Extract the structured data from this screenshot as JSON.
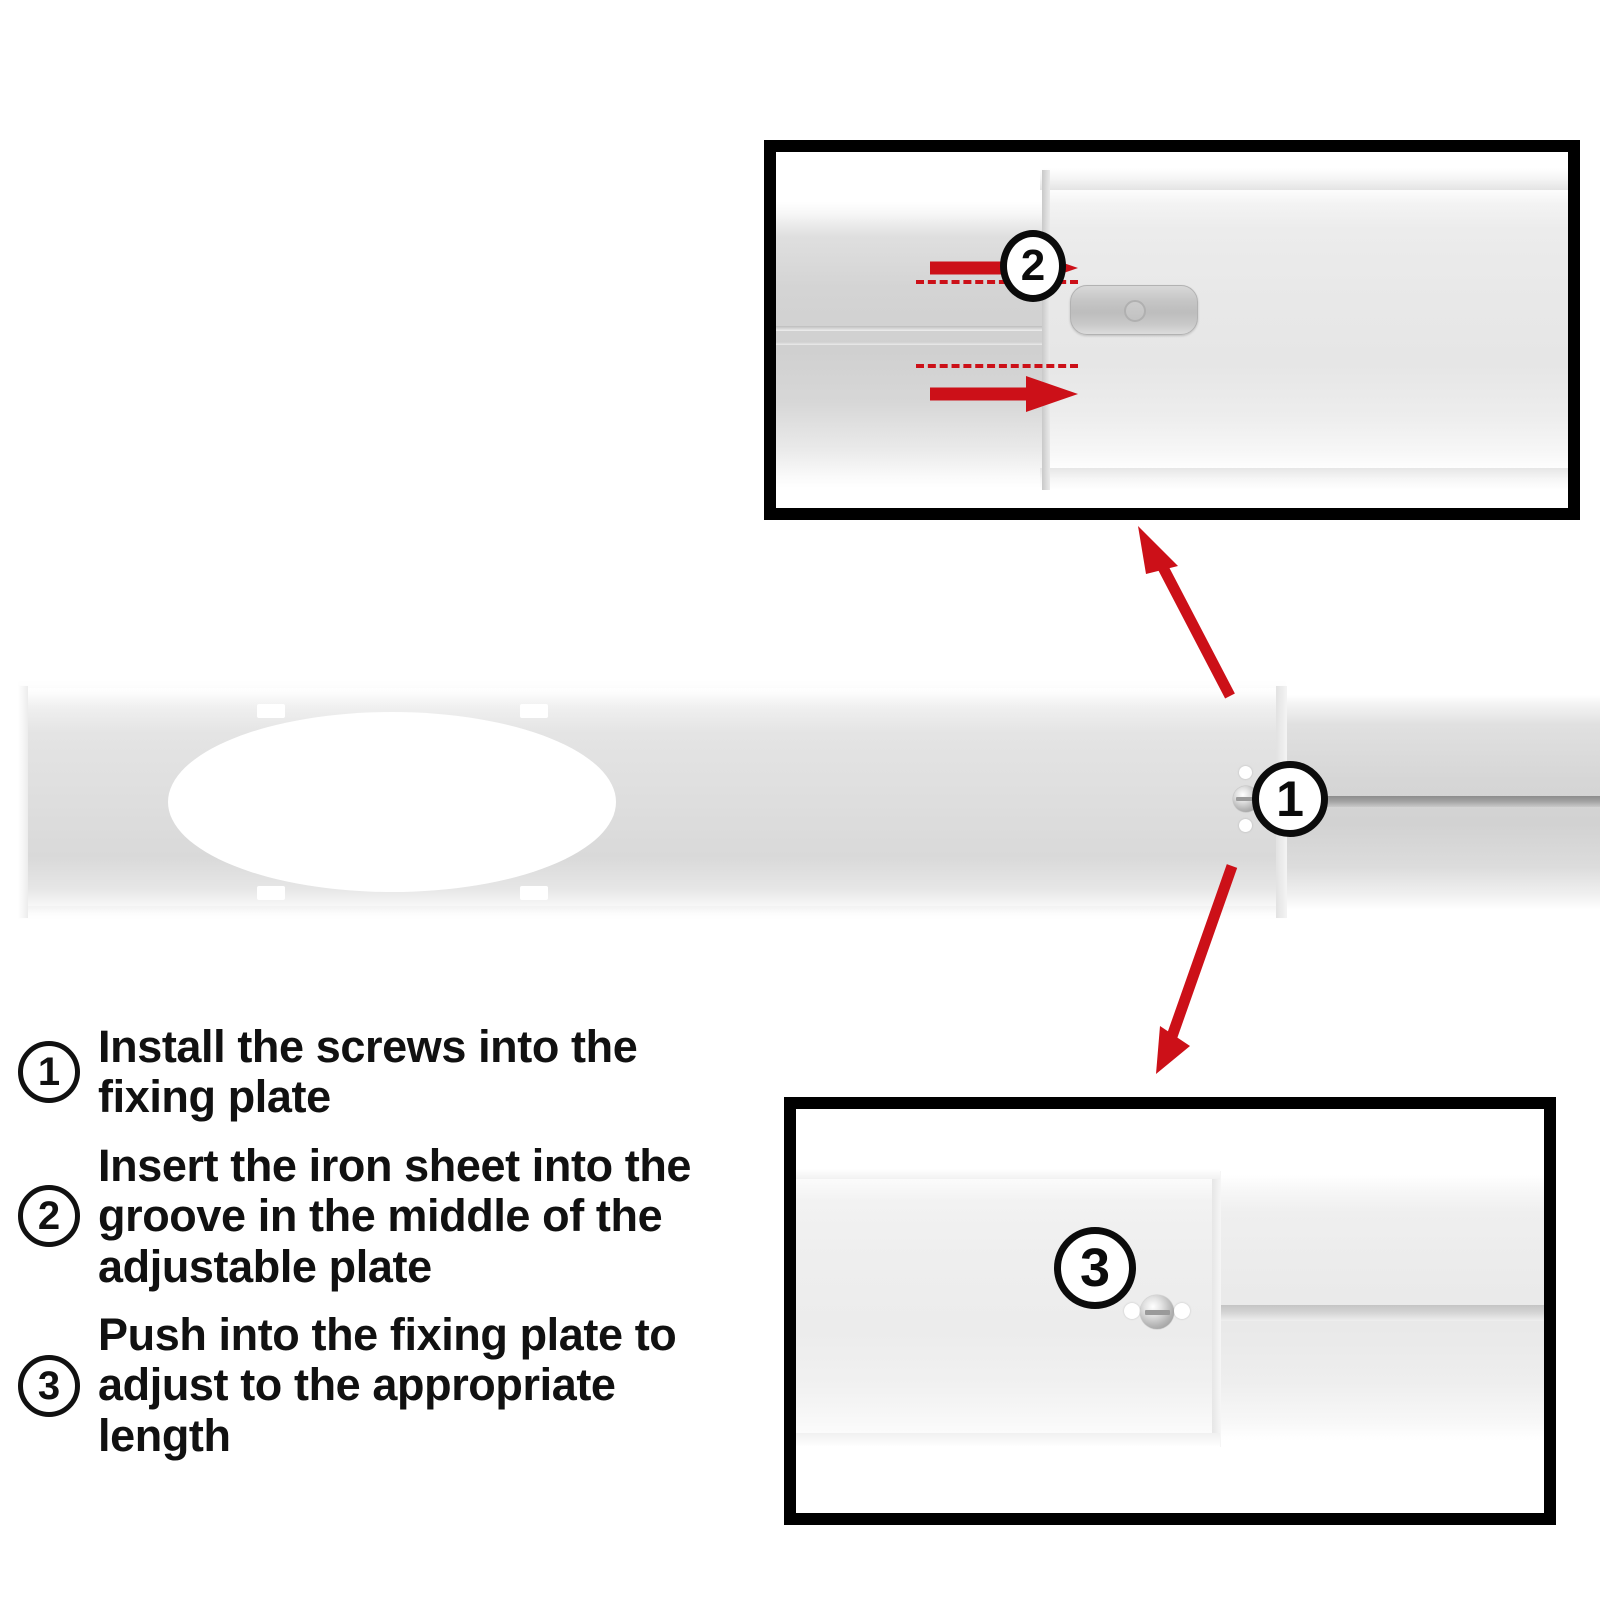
{
  "document": {
    "type": "product-installation-diagram",
    "subject": "Air conditioner window slider kit - adjustable plate",
    "background_color": "#ffffff"
  },
  "colors": {
    "arrow_red": "#cc1018",
    "dashed_red": "#cc1018",
    "badge_outline": "#0b0b0b",
    "badge_fill": "#ffffff",
    "text": "#111111",
    "panel_border": "#000000",
    "plate_light": "#f0f0f0",
    "plate_mid": "#dedede",
    "rail_groove": "#9a9a9a",
    "iron_sheet": "#c6c6c6"
  },
  "instructions": {
    "steps": [
      {
        "number": "1",
        "text": "Install the screws into the fixing plate"
      },
      {
        "number": "2",
        "text": "Insert the iron sheet into the groove in the middle of the adjustable plate"
      },
      {
        "number": "3",
        "text": "Push into the fixing plate to adjust to the appropriate length"
      }
    ]
  },
  "main_view": {
    "name": "adjustable-plate-main-view",
    "callout": {
      "number": "1",
      "target": "screw on fixing plate"
    },
    "features": [
      "oval vent cutout",
      "fixing plate body",
      "screw head with two white guide dots",
      "extendable slider rail"
    ]
  },
  "detail_panels": [
    {
      "id": "panel-2",
      "callout": {
        "number": "2"
      },
      "position": "top-right",
      "features": [
        "adjustable plate groove",
        "iron sheet clip",
        "dashed alignment guides",
        "two red motion arrows pointing right"
      ],
      "motion_arrows": 2,
      "motion_direction": "right"
    },
    {
      "id": "panel-3",
      "callout": {
        "number": "3"
      },
      "position": "bottom-right",
      "features": [
        "fixing plate overlapping rail",
        "screw head",
        "rail groove"
      ],
      "motion_arrows": 0
    }
  ],
  "connectors": [
    {
      "name": "connector-to-panel-2",
      "from": "main-view-screw-area",
      "to": "panel-2",
      "direction": "up-left-to-up",
      "color": "#cc1018"
    },
    {
      "name": "connector-to-panel-3",
      "from": "main-view-screw-area",
      "to": "panel-3",
      "direction": "down-left",
      "color": "#cc1018"
    }
  ]
}
